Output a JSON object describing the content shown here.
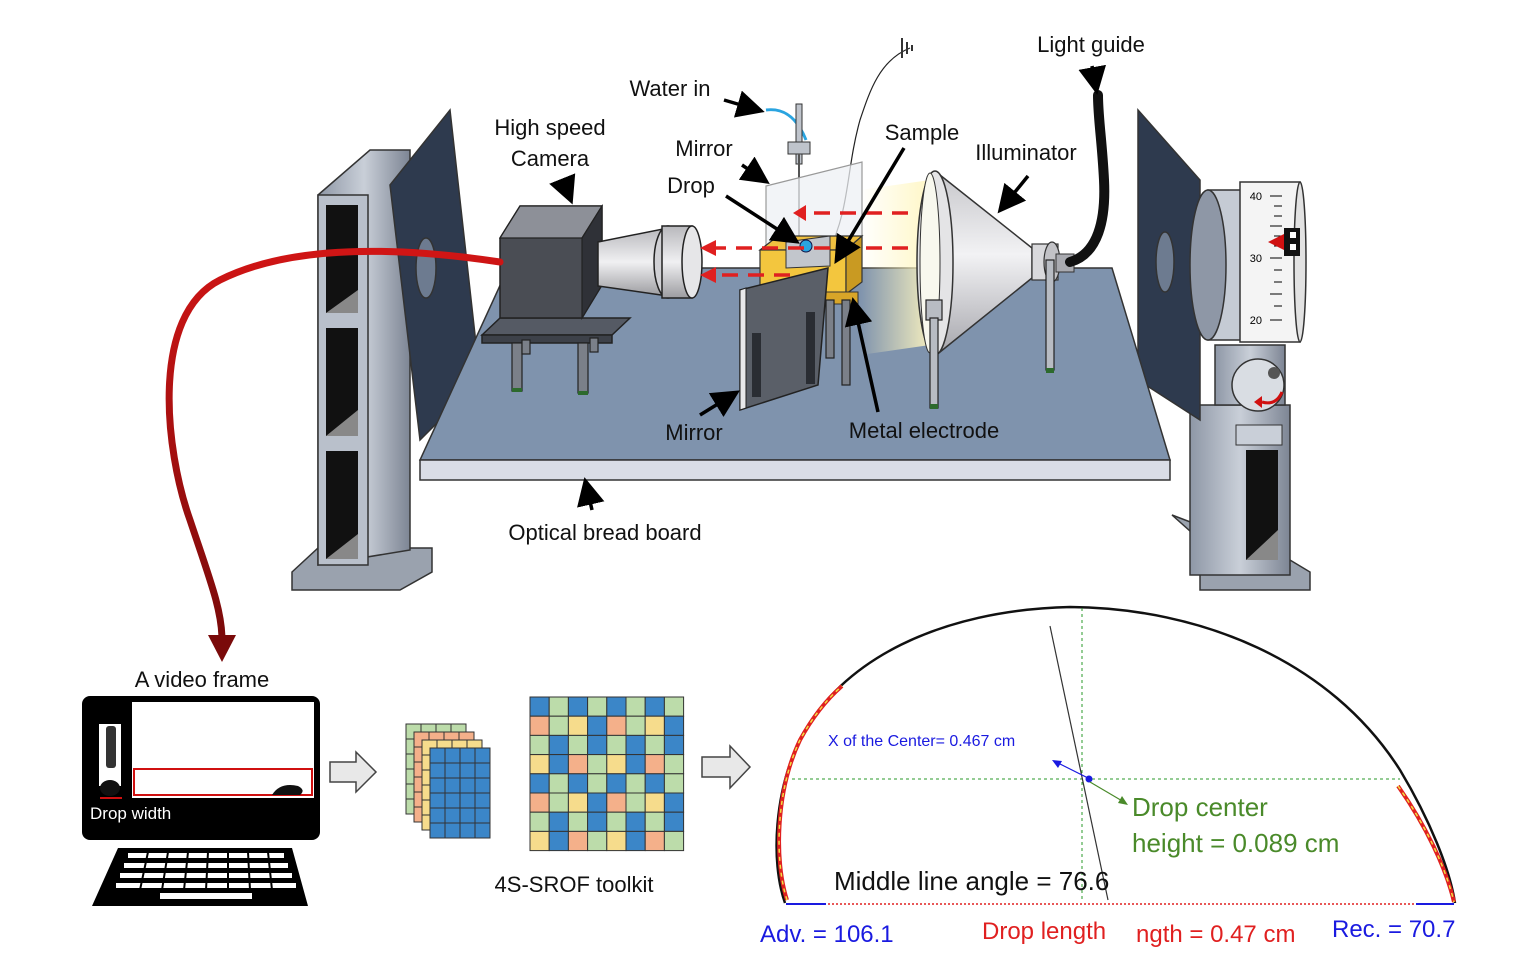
{
  "labels": {
    "light_guide": "Light guide",
    "water_in": "Water in",
    "high_speed": "High speed",
    "camera": "Camera",
    "mirror_top": "Mirror",
    "sample": "Sample",
    "illuminator": "Illuminator",
    "drop": "Drop",
    "mirror_bottom": "Mirror",
    "metal_electrode": "Metal electrode",
    "optical_bread_board": "Optical bread board",
    "video_frame": "A video frame",
    "drop_width": "Drop width",
    "toolkit": "4S-SROF toolkit"
  },
  "dial": {
    "ticks": [
      "40",
      "30",
      "20"
    ]
  },
  "analysis": {
    "x_center": "X of the Center= 0.467 cm",
    "drop_center_1": "Drop center",
    "drop_center_2": "height = 0.089 cm",
    "middle_line_angle": "Middle line angle = 76.6",
    "adv": "Adv. = 106.1",
    "drop_length_a": "Drop length",
    "drop_length_b": "ngth = 0.47 cm",
    "rec": "Rec. = 70.7"
  },
  "colors": {
    "board": "#7f93ad",
    "board_edge": "#d9dde6",
    "beam": "#e02020",
    "cable": "#cc1111",
    "grid_blue": "#3b86c8",
    "grid_yellow": "#f6dc8c",
    "grid_green": "#bcdcaa",
    "grid_salmon": "#f4b08a",
    "center_green": "#4a8a2a",
    "angle_blue": "#1a1ae0",
    "length_red": "#e02020"
  }
}
